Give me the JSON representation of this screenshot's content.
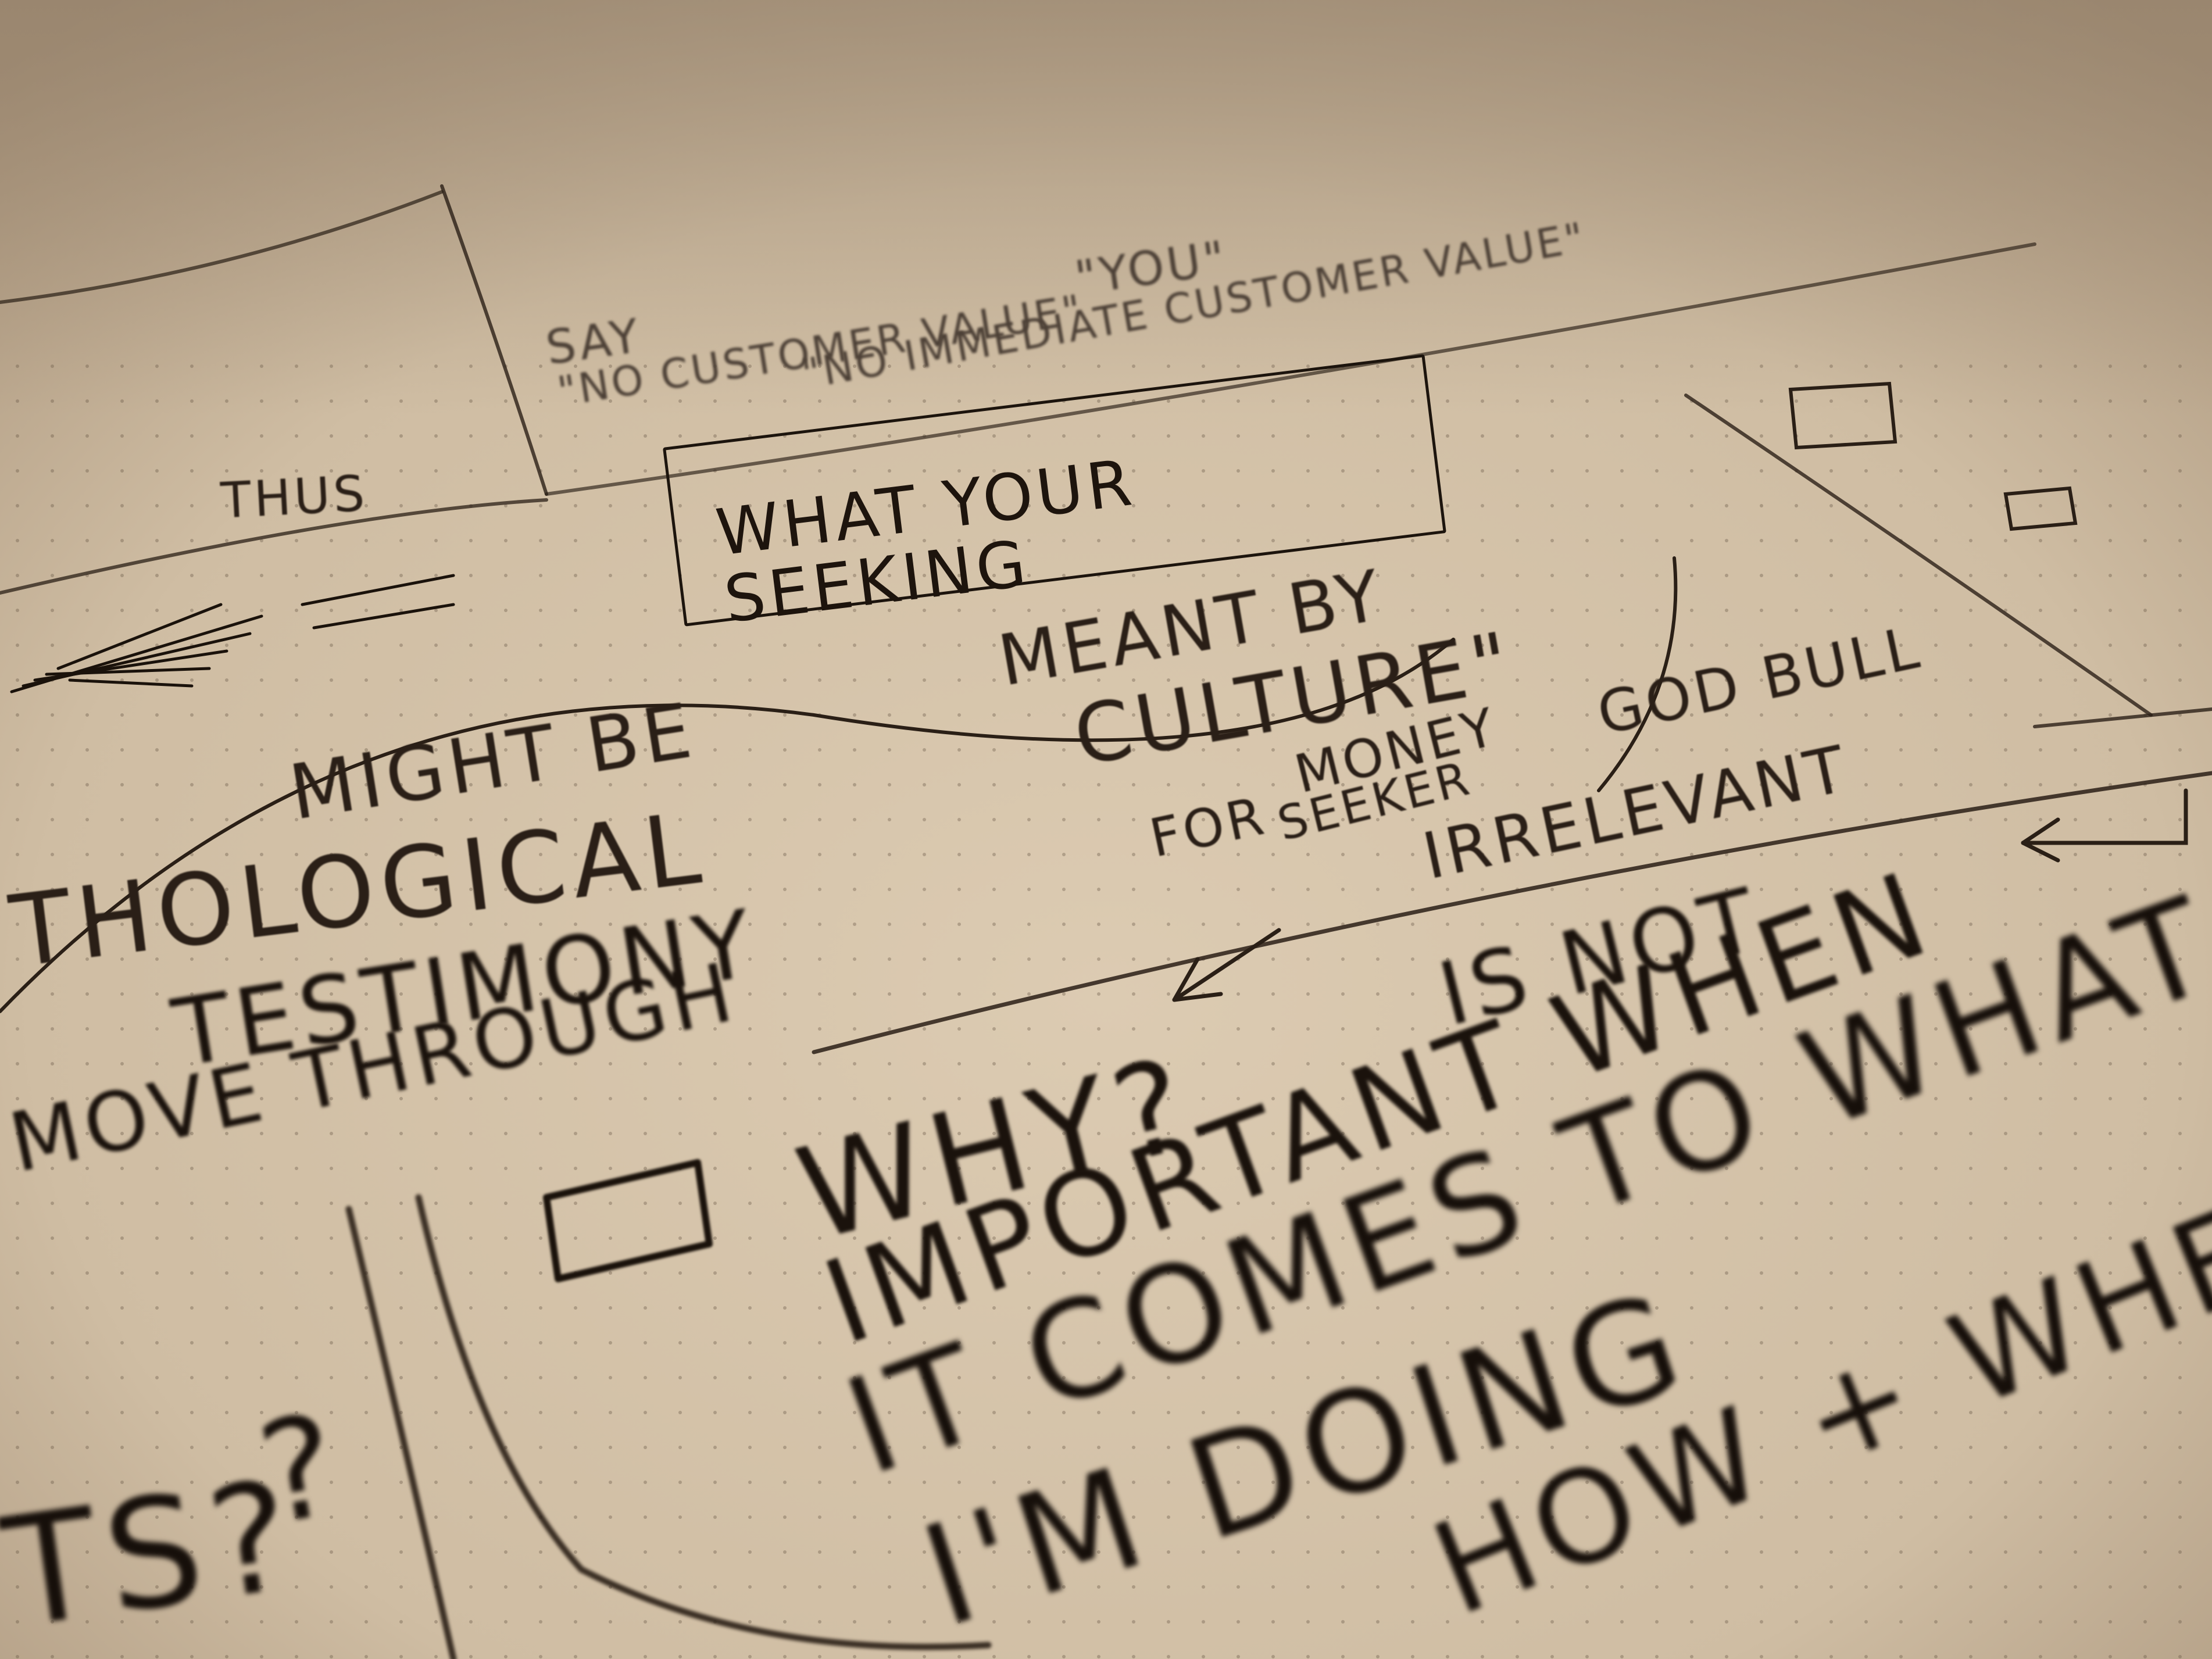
{
  "photo": {
    "subject": "handwritten notebook page on dotted paper",
    "tone": {
      "paper": "#d8c7ae",
      "paper_shadow": "#9e8a72",
      "ink": "#1d140d"
    }
  },
  "notes": {
    "boxed_heading": "WHAT YOUR SEEKING",
    "no_customer_value": "\"NO CUSTOMER VALUE\"",
    "no_immediate": "\"NO IMMEDIATE CUSTOMER VALUE\"",
    "say": "SAY",
    "you": "\"YOU\"",
    "thus": "THUS",
    "meant_by": "MEANT BY",
    "might_be": "MIGHT BE",
    "culture": "CULTURE\"",
    "money": "MONEY",
    "god_bull": "GOD BULL",
    "for_money": "FOR",
    "seeker": "SEEKER",
    "mythological": "THOLOGICAL",
    "irrelevant": "IRRELEVANT",
    "testimony": "TESTIMONY",
    "move_through": "MOVE THROUGH",
    "why": "WHY?",
    "is_not": "IS NOT",
    "important_when": "IMPORTANT WHEN",
    "it_comes_to_what": "IT COMES TO WHAT",
    "im_doing": "I'M DOING",
    "how_when": "HOW + WHEN",
    "question": "?",
    "ts": "TS?"
  }
}
